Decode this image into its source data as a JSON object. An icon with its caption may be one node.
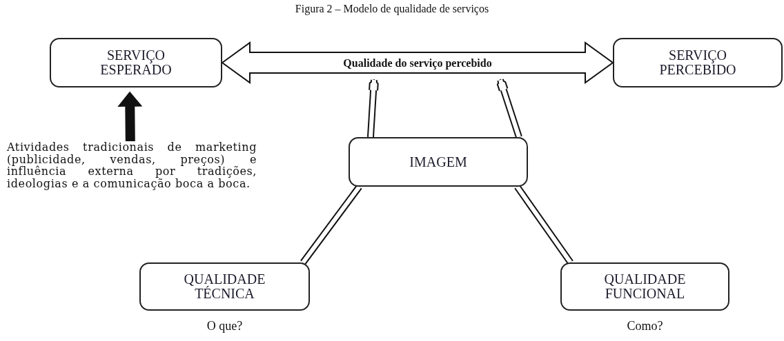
{
  "diagram": {
    "title": "Figura 2 – Modelo de qualidade de serviços",
    "nodes": [
      {
        "text": [
          "SERVIÇO ESPERADO"
        ]
      },
      {
        "text": [
          "SERVIÇO PERCEBIDO"
        ]
      },
      {
        "text": [
          "Atividades tradicionais de marketing (publicidade, vendas, preços) e influência externa por tradições, ideologias e a comunicação boca a boca."
        ]
      },
      {
        "text": [
          "IMAGEM"
        ]
      },
      {
        "text": [
          "QUALIDADE TÉCNICA"
        ],
        "beside": [
          "O que?"
        ]
      },
      {
        "text": [
          "QUALIDADE FUNCIONAL"
        ],
        "beside": [
          "Como?"
        ]
      }
    ],
    "edges": [
      {
        "from": 0,
        "to": 1,
        "arrow": "both",
        "label": "Qualidade do serviço percebido",
        "style": "thick"
      },
      {
        "from": 2,
        "to": 0,
        "arrow": "to",
        "style": "thick"
      },
      {
        "from": 3,
        "to": null,
        "arrow": "to"
      },
      {
        "from": 3,
        "to": null,
        "arrow": "to"
      },
      {
        "from": 4,
        "to": 3,
        "arrow": "none"
      },
      {
        "from": 5,
        "to": 3,
        "arrow": "none"
      }
    ]
  }
}
